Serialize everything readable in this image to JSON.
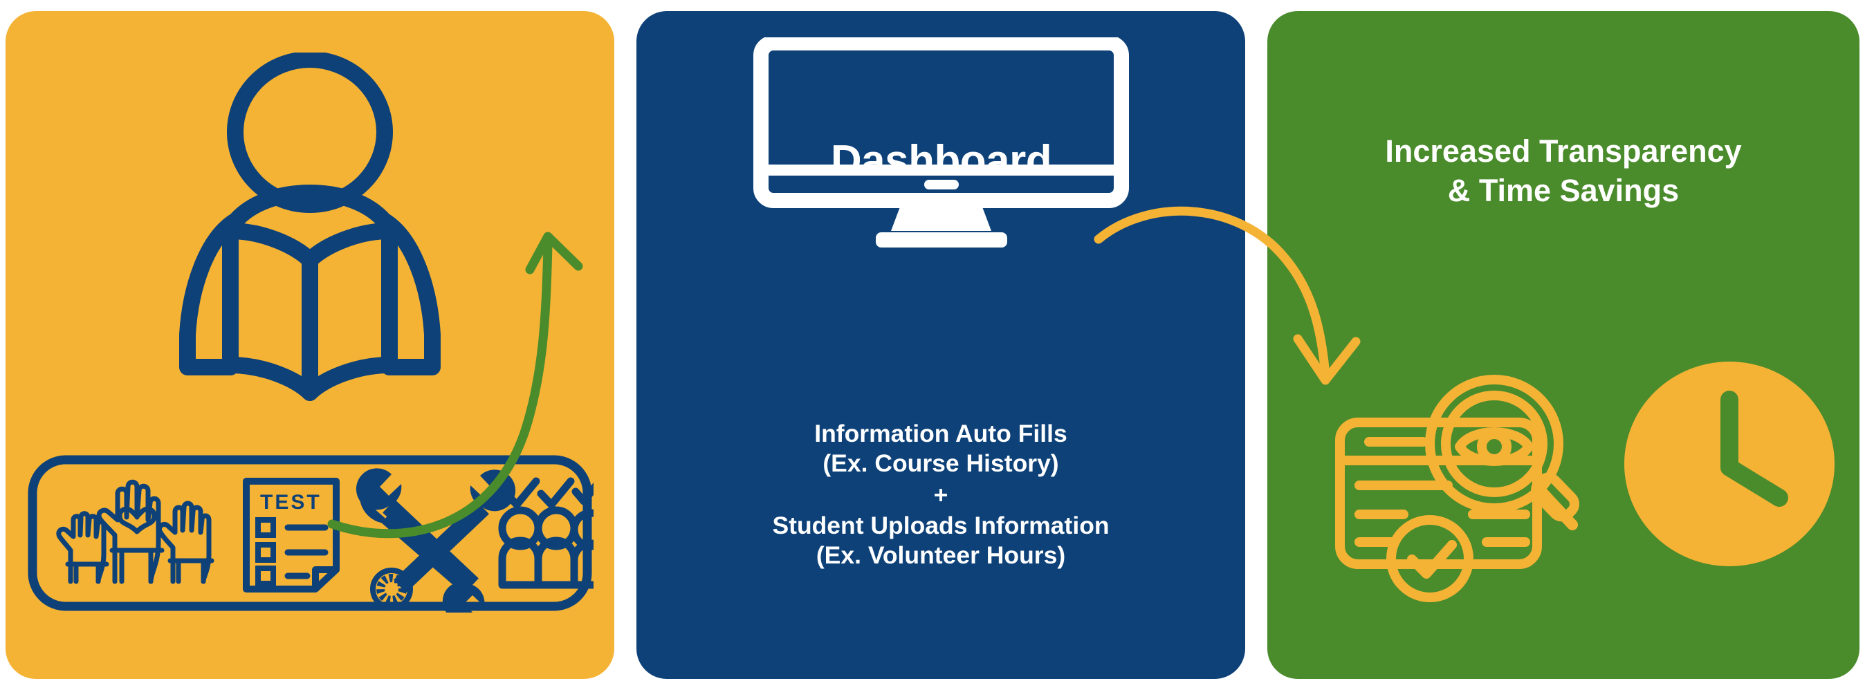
{
  "colors": {
    "yellow": "#F5B335",
    "navy": "#0D4178",
    "green": "#4A8B2C",
    "white": "#FFFFFF"
  },
  "panels": {
    "student": {
      "name": "student-inputs-panel",
      "background": "#F5B335",
      "icons": {
        "student_reading": "student-reading-book-icon",
        "activities": [
          {
            "id": "raised-hands-heart-icon",
            "label": "Volunteering"
          },
          {
            "id": "test-checklist-document-icon",
            "label": "TEST"
          },
          {
            "id": "crossed-wrenches-icon",
            "label": "Skills"
          },
          {
            "id": "three-people-checkmarks-icon",
            "label": "Participation"
          }
        ]
      },
      "document_text": "TEST"
    },
    "dashboard": {
      "name": "dashboard-panel",
      "background": "#0D4178",
      "screen_label": "Dashboard",
      "caption_lines": [
        "Information Auto Fills",
        "(Ex. Course History)",
        "+",
        "Student Uploads Information",
        "(Ex. Volunteer Hours)"
      ],
      "icons": {
        "monitor": "desktop-monitor-icon"
      }
    },
    "outcome": {
      "name": "outcome-panel",
      "background": "#4A8B2C",
      "heading_lines": [
        "Increased Transparency",
        "& Time Savings"
      ],
      "icons": {
        "transparency": "document-magnifier-eye-check-icon",
        "time": "clock-icon"
      }
    }
  },
  "arrows": [
    {
      "name": "arrow-student-to-dashboard",
      "color": "#4A8B2C",
      "from": "student-inputs-panel",
      "to": "dashboard-panel"
    },
    {
      "name": "arrow-dashboard-to-outcome",
      "color": "#F5B335",
      "from": "dashboard-panel",
      "to": "outcome-panel"
    }
  ]
}
